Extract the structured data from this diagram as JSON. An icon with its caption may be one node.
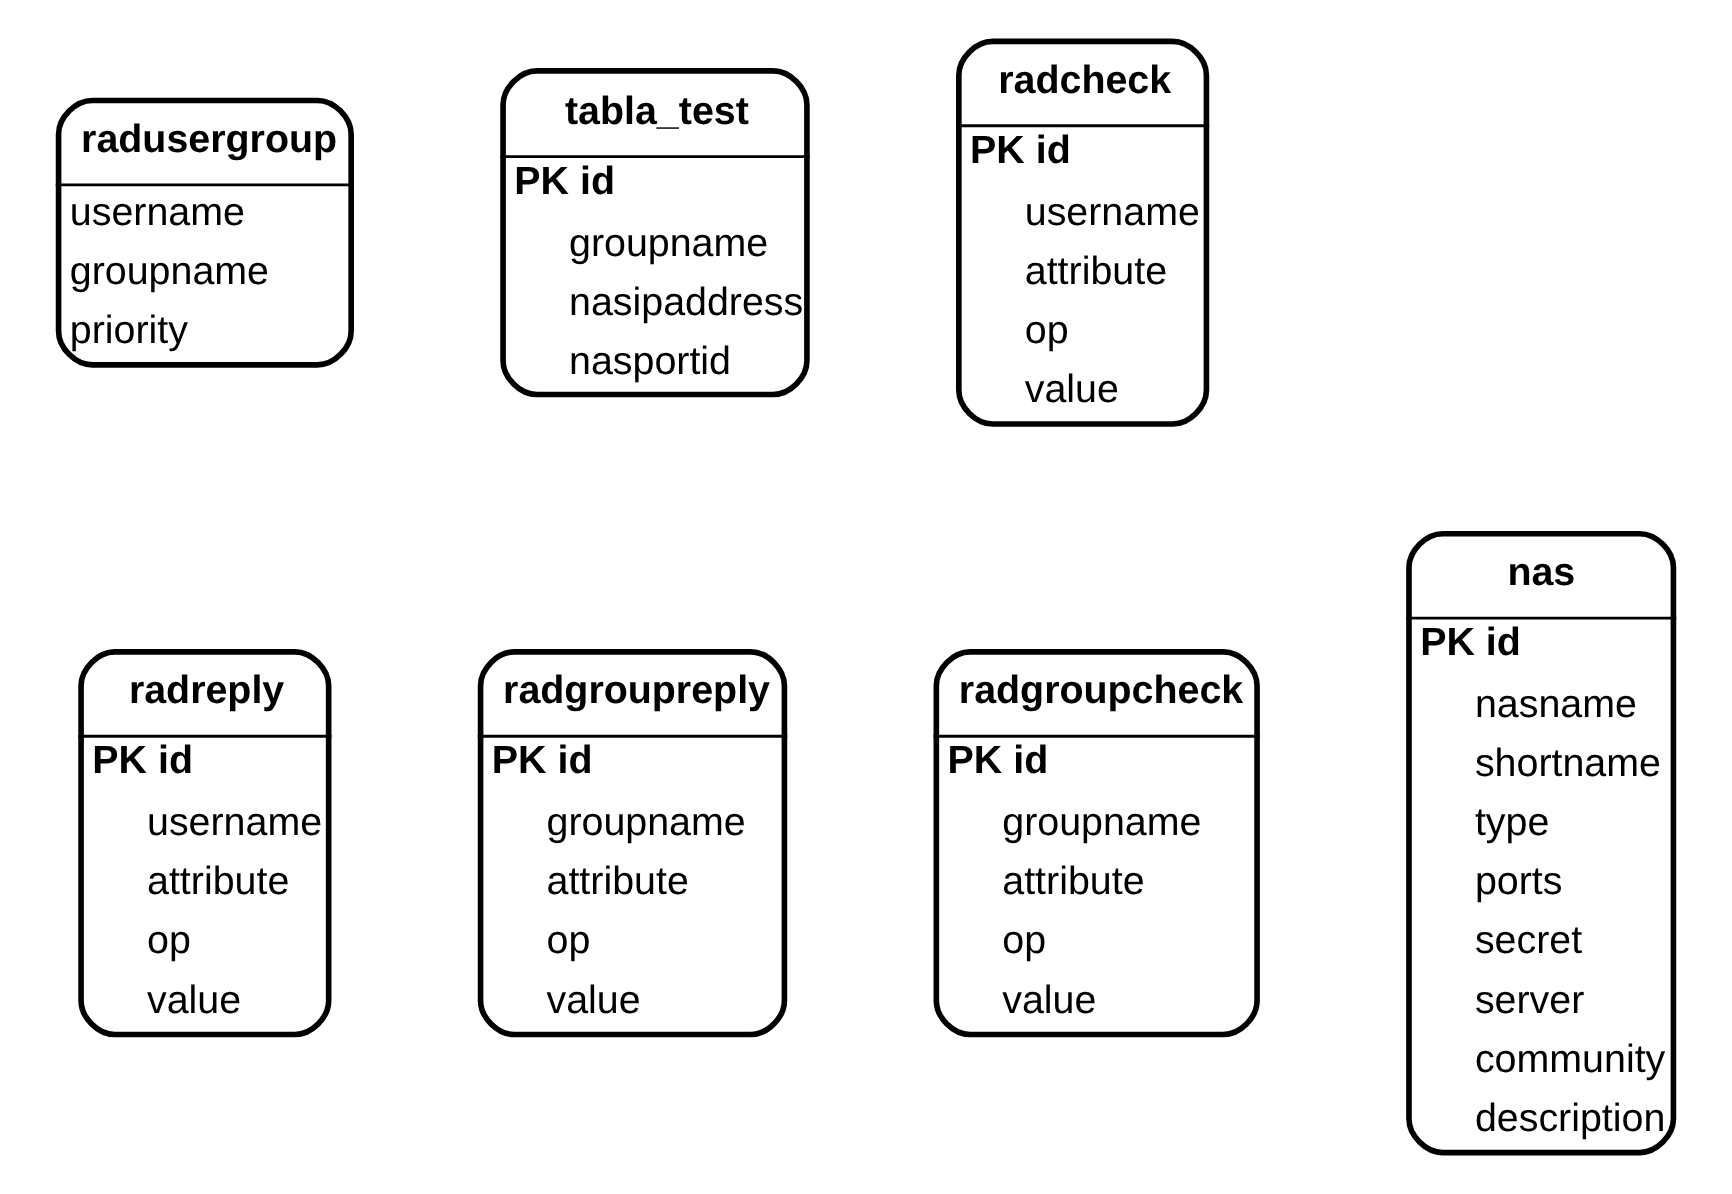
{
  "diagram": {
    "nodes": [
      {
        "text": [
          "radusergroup",
          "username",
          "groupname",
          "priority"
        ]
      },
      {
        "text": [
          "tabla_test",
          "PK id",
          "groupname",
          "nasipaddress",
          "nasportid"
        ]
      },
      {
        "text": [
          "radcheck",
          "PK id",
          "username",
          "attribute",
          "op",
          "value"
        ]
      },
      {
        "text": [
          "radreply",
          "PK id",
          "username",
          "attribute",
          "op",
          "value"
        ]
      },
      {
        "text": [
          "radgroupreply",
          "PK id",
          "groupname",
          "attribute",
          "op",
          "value"
        ]
      },
      {
        "text": [
          "radgroupcheck",
          "PK id",
          "groupname",
          "attribute",
          "op",
          "value"
        ]
      },
      {
        "text": [
          "nas",
          "PK id",
          "nasname",
          "shortname",
          "type",
          "ports",
          "secret",
          "server",
          "community",
          "description"
        ]
      }
    ],
    "edges": []
  }
}
